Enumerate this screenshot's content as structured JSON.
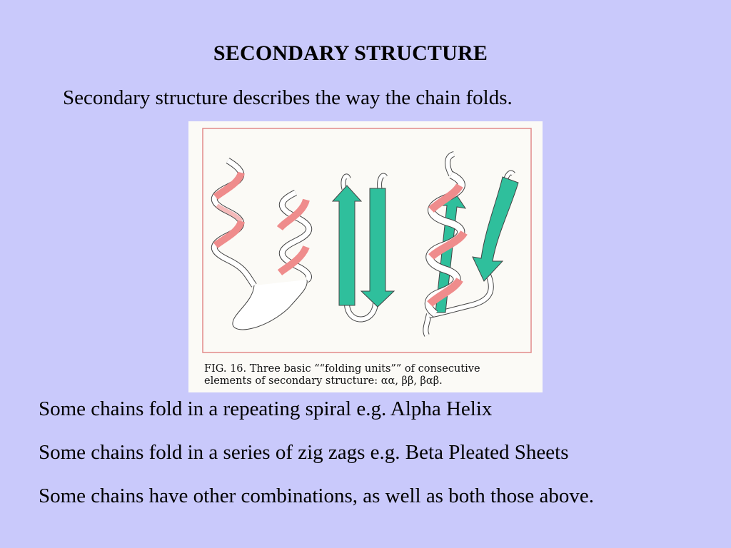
{
  "slide": {
    "title": "SECONDARY STRUCTURE",
    "subtitle": "Secondary structure describes the way the chain folds.",
    "lines": [
      "Some chains fold in a repeating spiral  e.g. Alpha Helix",
      "Some chains fold in a series of  zig zags e.g. Beta Pleated Sheets",
      "Some chains have other combinations, as well as both those above."
    ]
  },
  "figure": {
    "caption_line1": "FIG. 16. Three basic ““folding units”” of consecutive",
    "caption_line2": "elements of secondary structure: αα, ββ, βαβ.",
    "colors": {
      "frame": "#e28a8a",
      "helix": "#ef8c8c",
      "strand": "#2fbf9c",
      "ribbon": "#ffffff"
    }
  }
}
